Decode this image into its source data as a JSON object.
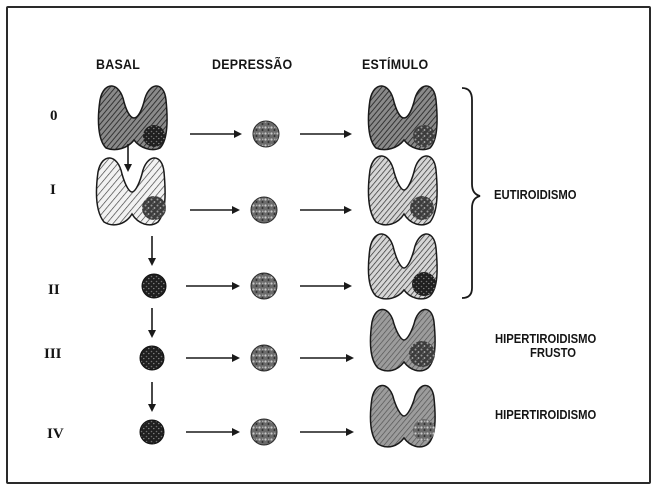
{
  "headers": {
    "basal": "BASAL",
    "depressao": "DEPRESSÃO",
    "estimulo": "ESTÍMULO"
  },
  "rows": [
    {
      "label": "0"
    },
    {
      "label": "I"
    },
    {
      "label": "II"
    },
    {
      "label": "III"
    },
    {
      "label": "IV"
    }
  ],
  "outcomes": {
    "eutiroidismo": "EUTIROIDISMO",
    "hipertiroidismo_frusto_line1": "HIPERTIROIDISMO",
    "hipertiroidismo_frusto_line2": "FRUSTO",
    "hipertiroidismo": "HIPERTIROIDISMO"
  }
}
